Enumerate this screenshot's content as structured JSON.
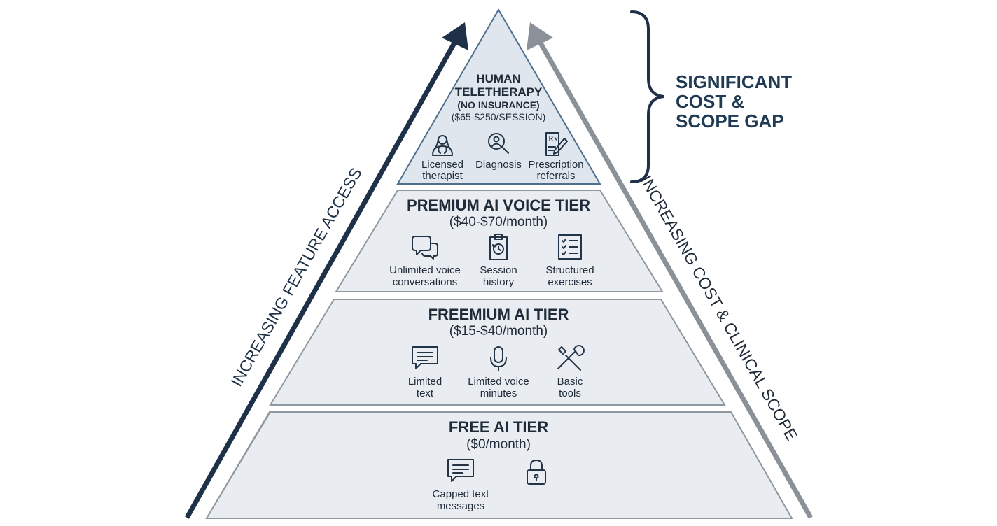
{
  "tiers": [
    {
      "title_lines": [
        "HUMAN",
        "TELETHERAPY"
      ],
      "note": "(NO INSURANCE)",
      "price": "($65-$250/SESSION)",
      "features": [
        {
          "icon": "therapist-icon",
          "lines": [
            "Licensed",
            "therapist"
          ]
        },
        {
          "icon": "magnifier-person-icon",
          "lines": [
            "Diagnosis"
          ]
        },
        {
          "icon": "prescription-icon",
          "lines": [
            "Prescription",
            "referrals"
          ]
        }
      ]
    },
    {
      "title_lines": [
        "PREMIUM AI VOICE TIER"
      ],
      "price": "($40-$70/month)",
      "features": [
        {
          "icon": "chat-bubbles-icon",
          "lines": [
            "Unlimited voice",
            "conversations"
          ]
        },
        {
          "icon": "clipboard-history-icon",
          "lines": [
            "Session",
            "history"
          ]
        },
        {
          "icon": "checklist-icon",
          "lines": [
            "Structured",
            "exercises"
          ]
        }
      ]
    },
    {
      "title_lines": [
        "FREEMIUM AI TIER"
      ],
      "price": "($15-$40/month)",
      "features": [
        {
          "icon": "message-icon",
          "lines": [
            "Limited",
            "text"
          ]
        },
        {
          "icon": "microphone-icon",
          "lines": [
            "Limited voice",
            "minutes"
          ]
        },
        {
          "icon": "tools-icon",
          "lines": [
            "Basic",
            "tools"
          ]
        }
      ]
    },
    {
      "title_lines": [
        "FREE AI TIER"
      ],
      "price": "($0/month)",
      "features": [
        {
          "icon": "message-icon",
          "lines": [
            "Capped text",
            "messages"
          ]
        },
        {
          "icon": "lock-icon",
          "lines": []
        }
      ]
    }
  ],
  "left_axis_label": "INCREASING FEATURE ACCESS",
  "right_axis_label": "INCREASING COST & CLINICAL SCOPE",
  "gap_label_lines": [
    "SIGNIFICANT",
    "COST &",
    "SCOPE GAP"
  ],
  "colors": {
    "navy": "#1e3148",
    "gray_arrow": "#8a9199",
    "tier_fill": "#e9edf2",
    "top_fill": "#dfe6ee",
    "top_stroke": "#4f6f8f",
    "tier_stroke": "#8f979f"
  }
}
